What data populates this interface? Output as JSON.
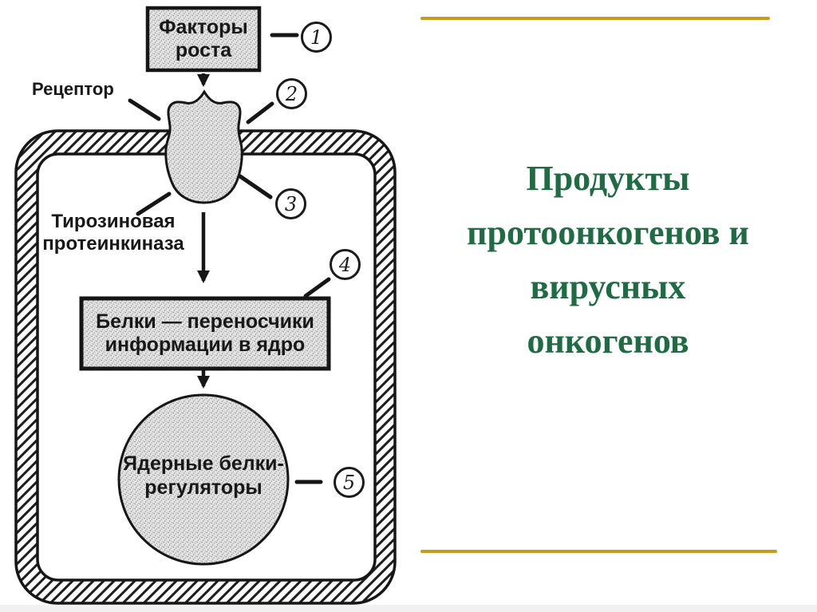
{
  "slide": {
    "title_lines": [
      "Продукты",
      "протоонкогенов и",
      "вирусных",
      "онкогенов"
    ],
    "title_color": "#1F6B43",
    "accent_color": "#C89B20"
  },
  "diagram": {
    "growth_factors_box": {
      "line1": "Факторы",
      "line2": "роста"
    },
    "receptor_label": "Рецептор",
    "tyrosine_label": {
      "line1": "Тирозиновая",
      "line2": "протеинкиназа"
    },
    "carrier_box": {
      "line1": "Белки — переносчики",
      "line2": "информации в ядро"
    },
    "nucleus_label": {
      "line1": "Ядерные белки-",
      "line2": "регуляторы"
    },
    "markers": [
      "1",
      "2",
      "3",
      "4",
      "5"
    ]
  }
}
